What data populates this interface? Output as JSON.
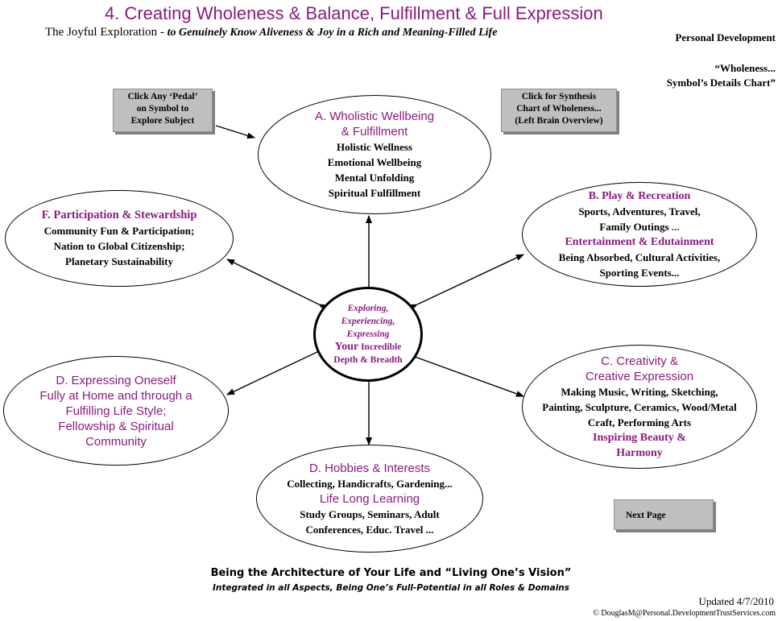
{
  "header": {
    "title": "4. Creating  Wholeness & Balance, Fulfillment & Full Expression",
    "subtitle_lead": "The Joyful Exploration - ",
    "subtitle_italic": "to Genuinely Know Aliveness & Joy in a Rich and Meaning-Filled Life",
    "personal_development": "Personal Development",
    "details_line1": "“Wholeness...",
    "details_line2": "Symbol’s Details Chart”"
  },
  "buttons": {
    "pedal_line1": "Click Any ‘Pedal’",
    "pedal_line2": "on Symbol to",
    "pedal_line3": "Explore Subject",
    "synthesis_line1": "Click for Synthesis",
    "synthesis_line2": "Chart of  Wholeness...",
    "synthesis_line3": "(Left Brain Overview)",
    "next_page": "Next Page"
  },
  "center": {
    "line1": "Exploring,",
    "line2": "Experiencing,",
    "line3": "Expressing",
    "line4_big": "Your",
    "line4_rest": " Incredible",
    "line5": "Depth & Breadth"
  },
  "petals": {
    "a": {
      "h1": "A. Wholistic Wellbeing",
      "h2": "& Fulfillment",
      "items": [
        "Holistic Wellness",
        "Emotional Wellbeing",
        "Mental Unfolding",
        "Spiritual Fulfillment"
      ]
    },
    "b": {
      "h1": "B. Play & Recreation",
      "items1": [
        "Sports, Adventures, Travel,",
        "Family Outings"
      ],
      "dots": " ...",
      "h2": "Entertainment & Edutainment",
      "items2": [
        "Being Absorbed, Cultural Activities,",
        "Sporting Events..."
      ]
    },
    "c": {
      "h1": "C. Creativity &",
      "h2": "Creative Expression",
      "items": [
        "Making Music, Writing, Sketching,",
        "Painting, Sculpture, Ceramics, Wood/Metal",
        "Craft, Performing Arts"
      ],
      "h3": "Inspiring Beauty &",
      "h4": "Harmony"
    },
    "d_hobbies": {
      "h1": "D. Hobbies & Interests",
      "items1": [
        "Collecting, Handicrafts, Gardening..."
      ],
      "h2": "Life Long Learning",
      "items2": [
        "Study Groups, Seminars, Adult",
        "Conferences, Educ. Travel ..."
      ]
    },
    "d_express": {
      "lines": [
        "D. Expressing Oneself",
        "Fully at Home and through a",
        "Fulfilling Life Style;",
        "Fellowship & Spiritual",
        "Community"
      ]
    },
    "f": {
      "h1": "F. Participation & Stewardship",
      "items": [
        "Community Fun & Participation;",
        "Nation to Global Citizenship;",
        "Planetary Sustainability"
      ]
    }
  },
  "footer": {
    "line1": "Being the Architecture of Your Life and “Living One’s Vision”",
    "line2": "Integrated in all Aspects, Being One’s Full-Potential in all Roles & Domains",
    "updated": "Updated 4/7/2010",
    "copyright": "© DouglasM@Personal.DevelopmentTrustServices.com"
  }
}
